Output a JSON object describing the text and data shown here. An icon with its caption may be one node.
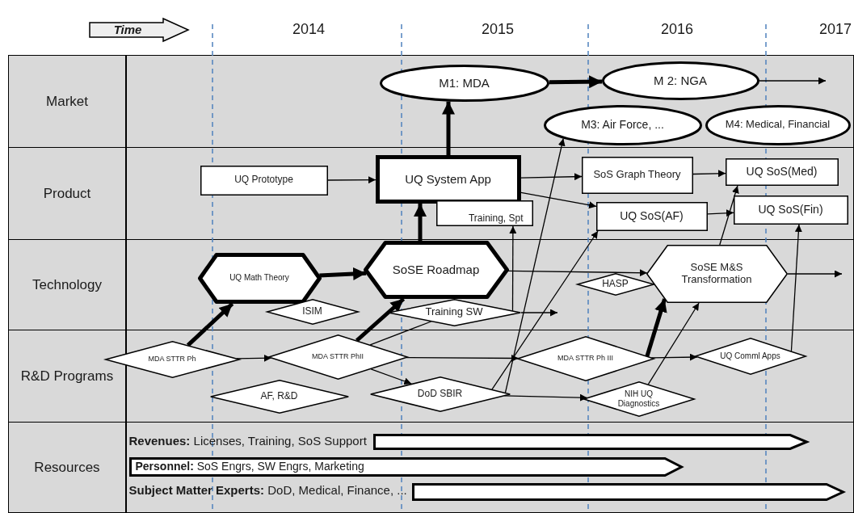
{
  "diagram": {
    "nodes": [
      {
        "text": [
          "Time"
        ]
      },
      {
        "text": [
          "Market"
        ]
      },
      {
        "text": [
          "Product"
        ]
      },
      {
        "text": [
          "Technology"
        ]
      },
      {
        "text": [
          "R&D Programs"
        ]
      },
      {
        "text": [
          "Resources"
        ]
      },
      {
        "text": [
          "M1: MDA"
        ],
        "in": 1
      },
      {
        "text": [
          "M 2: NGA"
        ],
        "in": 1
      },
      {
        "text": [
          "M3: Air Force, ..."
        ],
        "in": 1
      },
      {
        "text": [
          "M4: Medical, Financial"
        ],
        "in": 1
      },
      {
        "text": [
          "UQ Prototype"
        ],
        "in": 2
      },
      {
        "text": [
          "UQ System App"
        ],
        "in": 2
      },
      {
        "text": [
          "Training, Spt"
        ],
        "in": 2
      },
      {
        "text": [
          "SoS Graph Theory"
        ],
        "in": 2
      },
      {
        "text": [
          "UQ SoS(Med)"
        ],
        "in": 2
      },
      {
        "text": [
          "UQ SoS(AF)"
        ],
        "in": 2
      },
      {
        "text": [
          "UQ SoS(Fin)"
        ],
        "in": 2
      },
      {
        "text": [
          "UQ Math Theory"
        ],
        "in": 3
      },
      {
        "text": [
          "ISIM"
        ],
        "in": 3
      },
      {
        "text": [
          "SoSE Roadmap"
        ],
        "in": 3
      },
      {
        "text": [
          "Training SW"
        ],
        "in": 3
      },
      {
        "text": [
          "HASP"
        ],
        "in": 3
      },
      {
        "text": [
          "SoSE M&S Transformation"
        ],
        "in": 3
      },
      {
        "text": [
          "MDA STTR Ph"
        ],
        "in": 4
      },
      {
        "text": [
          "MDA STTR PhII"
        ],
        "in": 4
      },
      {
        "text": [
          "AF, R&D"
        ],
        "in": 4
      },
      {
        "text": [
          "DoD SBIR"
        ],
        "in": 4
      },
      {
        "text": [
          "MDA STTR Ph III"
        ],
        "in": 4
      },
      {
        "text": [
          "NIH UQ Diagnostics"
        ],
        "in": 4
      },
      {
        "text": [
          "UQ Comml Apps"
        ],
        "in": 4
      },
      {
        "text": [],
        "shape": "arrow",
        "beside": [
          "**Revenues:** Licenses, Training, SoS Support"
        ],
        "in": 5
      },
      {
        "text": [
          "**Personnel:** SoS Engrs, SW Engrs, Marketing"
        ],
        "in": 5
      },
      {
        "text": [],
        "shape": "arrow",
        "beside": [
          "**Subject Matter Experts:** DoD, Medical, Finance, ..."
        ],
        "in": 5
      }
    ],
    "edges": [
      {
        "from": 6,
        "to": 7,
        "arrow": "to",
        "style": "thick"
      },
      {
        "from": 7,
        "to": null,
        "arrow": "to"
      },
      {
        "from": 10,
        "to": 11,
        "arrow": "to"
      },
      {
        "from": 11,
        "to": 6,
        "arrow": "to",
        "style": "thick"
      },
      {
        "from": 11,
        "to": 13,
        "arrow": "to"
      },
      {
        "from": 11,
        "to": 15,
        "arrow": "to"
      },
      {
        "from": 13,
        "to": 14,
        "arrow": "to"
      },
      {
        "from": 15,
        "to": 16,
        "arrow": "to"
      },
      {
        "from": 23,
        "to": 17,
        "arrow": "to",
        "style": "thick"
      },
      {
        "from": 17,
        "to": 19,
        "arrow": "to",
        "style": "thick"
      },
      {
        "from": 24,
        "to": 19,
        "arrow": "to",
        "style": "thick"
      },
      {
        "from": 19,
        "to": 11,
        "arrow": "to",
        "style": "thick"
      },
      {
        "from": 23,
        "to": 24,
        "arrow": "to"
      },
      {
        "from": 24,
        "to": 27,
        "arrow": "to"
      },
      {
        "from": 24,
        "to": 26,
        "arrow": "to"
      },
      {
        "from": 26,
        "to": 28,
        "arrow": "to"
      },
      {
        "from": 27,
        "to": 22,
        "arrow": "to",
        "style": "thick"
      },
      {
        "from": 27,
        "to": 29,
        "arrow": "to"
      },
      {
        "from": 28,
        "to": 22,
        "arrow": "to"
      },
      {
        "from": 19,
        "to": 22,
        "arrow": "to"
      },
      {
        "from": 22,
        "to": null,
        "arrow": "to"
      },
      {
        "from": 20,
        "to": null,
        "arrow": "to"
      },
      {
        "from": 20,
        "to": 12,
        "arrow": "to"
      },
      {
        "from": 29,
        "to": 16,
        "arrow": "to"
      },
      {
        "from": 26,
        "to": 8,
        "arrow": "to"
      },
      {
        "from": 26,
        "to": 15,
        "arrow": "to"
      },
      {
        "from": 22,
        "to": 14,
        "arrow": "to"
      },
      {
        "from": 24,
        "to": 20,
        "arrow": "none"
      }
    ],
    "labels": [
      "2014",
      "2015",
      "2016",
      "2017"
    ]
  }
}
